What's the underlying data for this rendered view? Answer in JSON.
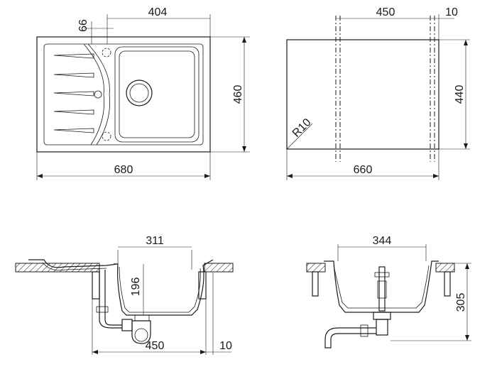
{
  "views": {
    "top_view": {
      "dims": {
        "drainer_width": "66",
        "bowl_width": "404",
        "overall_width": "680",
        "overall_depth": "460"
      }
    },
    "cutout_view": {
      "dims": {
        "cutout_inner": "450",
        "edge_offset": "10",
        "cutout_width": "660",
        "cutout_depth": "440",
        "corner_radius": "R10"
      }
    },
    "side_section": {
      "dims": {
        "bowl_top_width": "311",
        "bowl_depth": "196",
        "cabinet_width": "450",
        "edge_offset": "10"
      }
    },
    "front_section": {
      "dims": {
        "bowl_width": "344",
        "total_depth": "305"
      }
    }
  }
}
